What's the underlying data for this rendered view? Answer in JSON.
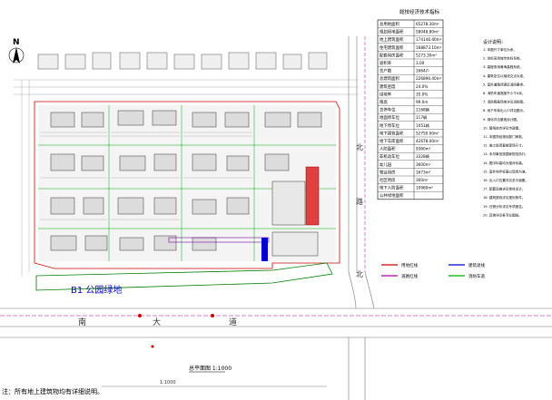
{
  "sheet": {
    "table_title": "総技经济技术指标",
    "scale_label": "总平面图 1:1000",
    "bottom_dim": "1:1000",
    "footnote": "注：所有地上建筑物均有详细说明。"
  },
  "map_labels": {
    "north_letter": "N",
    "green_strip": "B1 公园绿地",
    "road_char_1": "南",
    "road_char_2": "大",
    "road_char_3": "道",
    "east_road_1": "北",
    "east_road_2": "路",
    "east_road_3": "北"
  },
  "econ_table": {
    "rows": [
      {
        "label": "总用地面积",
        "value": "65278.30m²"
      },
      {
        "label": "规划用地面积",
        "value": "58048.80m²"
      },
      {
        "label": "地上建筑面积",
        "value": "174146.40m²"
      },
      {
        "label": "住宅建筑面积",
        "value": "168873.10m²"
      },
      {
        "label": "配套用房面积",
        "value": "5273.30m²"
      },
      {
        "label": "容积率",
        "value": "3.00"
      },
      {
        "label": "总户数",
        "value": "1664户"
      },
      {
        "label": "总建筑面积",
        "value": "226896.40m²"
      },
      {
        "label": "建筑密度",
        "value": "24.0%"
      },
      {
        "label": "绿地率",
        "value": "35.0%"
      },
      {
        "label": "限高",
        "value": "99.0m"
      },
      {
        "label": "总停车位",
        "value": "1168辆"
      },
      {
        "label": "地面停车位",
        "value": "117辆"
      },
      {
        "label": "地下停车位",
        "value": "1051辆"
      },
      {
        "label": "地下建筑面积",
        "value": "52750.00m²"
      },
      {
        "label": "地下车库面积",
        "value": "42678.00m²"
      },
      {
        "label": "人防面积",
        "value": "9360m²"
      },
      {
        "label": "非机动车位",
        "value": "3328辆"
      },
      {
        "label": "幼儿园",
        "value": "3600m²"
      },
      {
        "label": "物业用房",
        "value": "1673m²"
      },
      {
        "label": "社区用房",
        "value": "300m²"
      },
      {
        "label": "地下人防面积",
        "value": "10960m²"
      },
      {
        "label": "公共绿地面积",
        "value": ""
      }
    ]
  },
  "notes": {
    "title": "设计说明：",
    "lines": [
      "1. 本图尺寸单位为米。",
      "2. 坐标采用城市坐标系统。",
      "3. 高程采用黄海高程系统。",
      "4. 建筑定位以轴线交点为准。",
      "5. 室外道路须满足消防要求。",
      "6. 消防车道宽度不小于4米。",
      "7. 消防登高场地详见消防图。",
      "8. 地下车库出入口详见图示。",
      "9. 绿化详见景观设计图。",
      "10. 管线综合详见市政图。",
      "11. 本图须经规划部门审批。",
      "12. 施工前须复核现场尺寸。",
      "13. 未尽事宜按国家规范执行。",
      "14. 图中标高均为相对标高。",
      "15. 室外地坪标高以现场为准。",
      "16. 出入口位置详见总平面图。",
      "17. 配套设施详见单体设计。",
      "18. 建筑退线详见规划条件。",
      "19. 日照分析详见专项报告。",
      "20. 其他详见各专业图纸。"
    ]
  },
  "legend": {
    "items": [
      {
        "label": "用地红线",
        "color": "#cc0000"
      },
      {
        "label": "建筑退线",
        "color": "#0000cc"
      },
      {
        "label": "道路红线",
        "color": "#aa00aa"
      },
      {
        "label": "消防车道",
        "color": "#00aa00"
      }
    ]
  },
  "colors": {
    "site_line": "#cc0000",
    "road_line": "#aa00aa",
    "green_band": "#008000",
    "blue_band": "#0000cc"
  }
}
